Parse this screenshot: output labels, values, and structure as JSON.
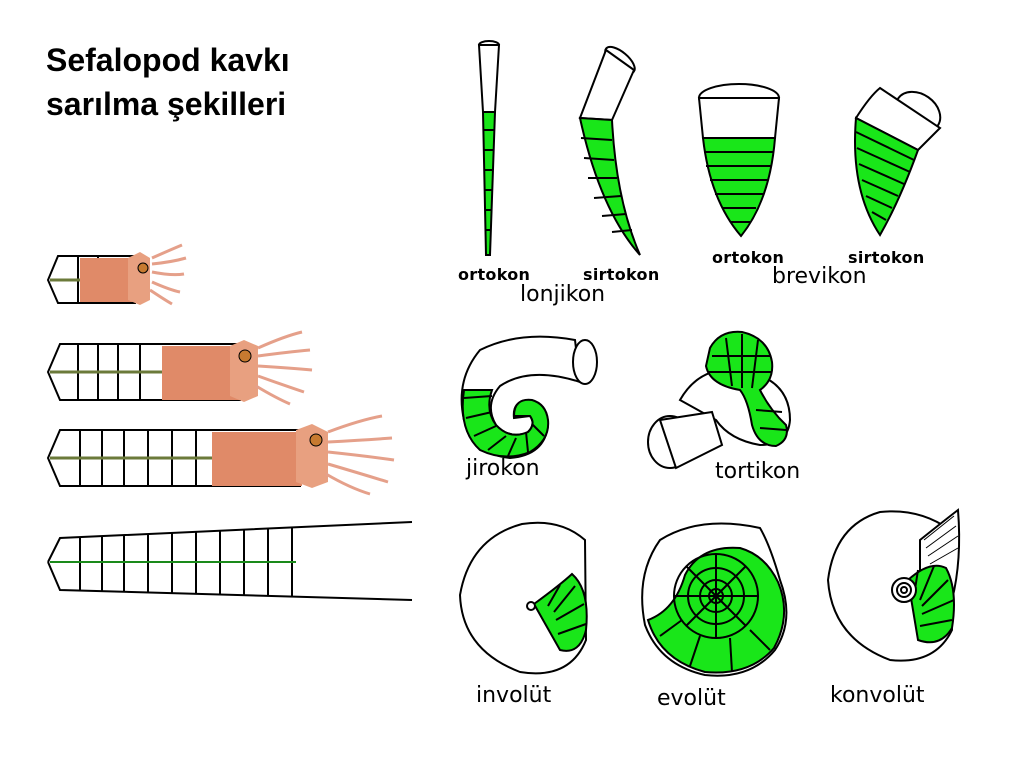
{
  "title": {
    "line1": "Sefalopod kavkı",
    "line2": "sarılma şekilleri"
  },
  "labels": {
    "ortokon_long": "ortokon",
    "sirtokon_long": "sirtokon",
    "lonjikon": "lonjikon",
    "ortokon_brev": "ortokon",
    "sirtokon_brev": "sirtokon",
    "brevikon": "brevikon",
    "jirokon": "jirokon",
    "tortikon": "tortikon",
    "involut": "involüt",
    "evolut": "evolüt",
    "konvolut": "konvolüt"
  },
  "colors": {
    "chamber_fill": "#19e619",
    "body_fill": "#e08a68",
    "outline": "#000000",
    "siphuncle": "#6b7a3a"
  }
}
